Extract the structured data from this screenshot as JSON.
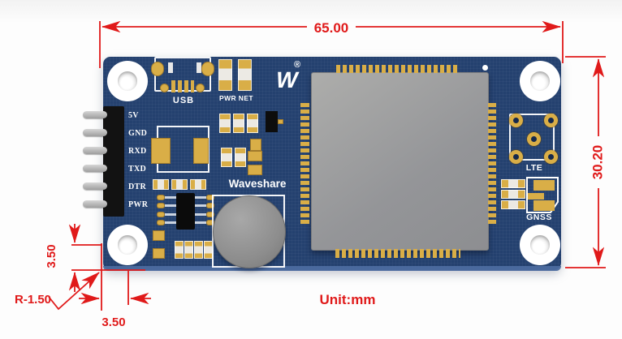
{
  "annotation": {
    "board_width": "65.00",
    "board_height": "30.20",
    "hole_offset_vertical": "3.50",
    "hole_offset_horizontal": "3.50",
    "corner_radius": "R-1.50",
    "unit_label": "Unit:mm"
  },
  "board": {
    "pin_labels": [
      "5V",
      "GND",
      "RXD",
      "TXD",
      "DTR",
      "PWR"
    ],
    "silkscreen": {
      "usb_label": "USB",
      "pwr_net_label": "PWR NET",
      "brand": "Waveshare",
      "logo_mark": "W",
      "logo_registered": "®",
      "lte_label": "LTE",
      "gnss_label": "GNSS"
    }
  },
  "colors": {
    "pcb_blue": "#24416f",
    "pad_gold": "#d9ae47",
    "dimension_red": "#e01a1a",
    "module_gray": "#9b9c9e"
  }
}
